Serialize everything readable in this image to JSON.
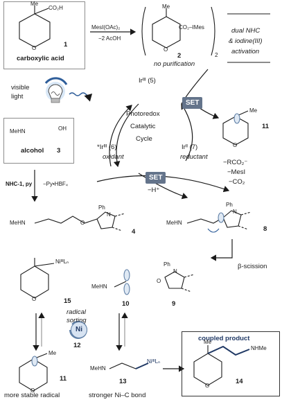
{
  "top": {
    "cmpd1_num": "1",
    "cmpd1_label": "carboxylic acid",
    "reagent_top": "MesI(OAc)₂",
    "reagent_bottom": "−2 AcOH",
    "cmpd2_num": "2",
    "cmpd2_note": "no purification",
    "dual_line1": "dual NHC",
    "dual_line2": "& iodine(III)",
    "dual_line3": "activation",
    "me_label": "Me",
    "co2h_label": "CO₂H",
    "co2i_label": "CO₂–IMes",
    "sub2": "2",
    "o_label": "O"
  },
  "cycle": {
    "visible_light_1": "visible",
    "visible_light_2": "light",
    "ir3": "Irᴵᴵᴵ (5)",
    "ir3_star": "*Irᴵᴵᴵ (6)",
    "ir3_star_note": "oxidant",
    "ir2": "Irᴵᴵ (7)",
    "ir2_note": "reductant",
    "center_1": "Photoredox",
    "center_2": "Catalytic",
    "center_3": "Cycle",
    "set_top": "SET",
    "set_bottom": "SET",
    "minus_h": "−H⁺",
    "loss_1": "−RCO₂⁻",
    "loss_2": "−MesI",
    "loss_3": "−CO₂",
    "radical_num": "11"
  },
  "alcohol": {
    "meHN": "MeHN",
    "oh": "OH",
    "label": "alcohol",
    "num": "3",
    "reagent_left": "NHC-1, py",
    "reagent_right": "−Py•HBF₄"
  },
  "middle": {
    "c4_meHN": "MeHN",
    "c4_num": "4",
    "c8_meHN": "MeHN",
    "c8_num": "8",
    "ph": "Ph",
    "n": "N",
    "o": "O",
    "beta": "β-scission",
    "c15_num": "15",
    "c15_ni": "NiᴵᴵᴵLₙ",
    "c10_meHN": "MeHN",
    "c10_num": "10",
    "c9_num": "9"
  },
  "bottom": {
    "radical_sorting_1": "radical",
    "radical_sorting_2": "sorting",
    "ni": "Ni",
    "ni_num": "12",
    "c11_num": "11",
    "c11_caption": "more stable radical",
    "c13_meHN": "MeHN",
    "c13_ni": "NiᴵᴵᴵLₙ",
    "c13_num": "13",
    "c13_caption": "stronger Ni–C bond",
    "product_title": "coupled product",
    "product_nhme": "NHMe",
    "product_me": "Me",
    "product_num": "14",
    "me": "Me"
  },
  "colors": {
    "navy": "#1f3864",
    "badge": "#64748b",
    "bulb_glow": "#9ec3ea"
  }
}
